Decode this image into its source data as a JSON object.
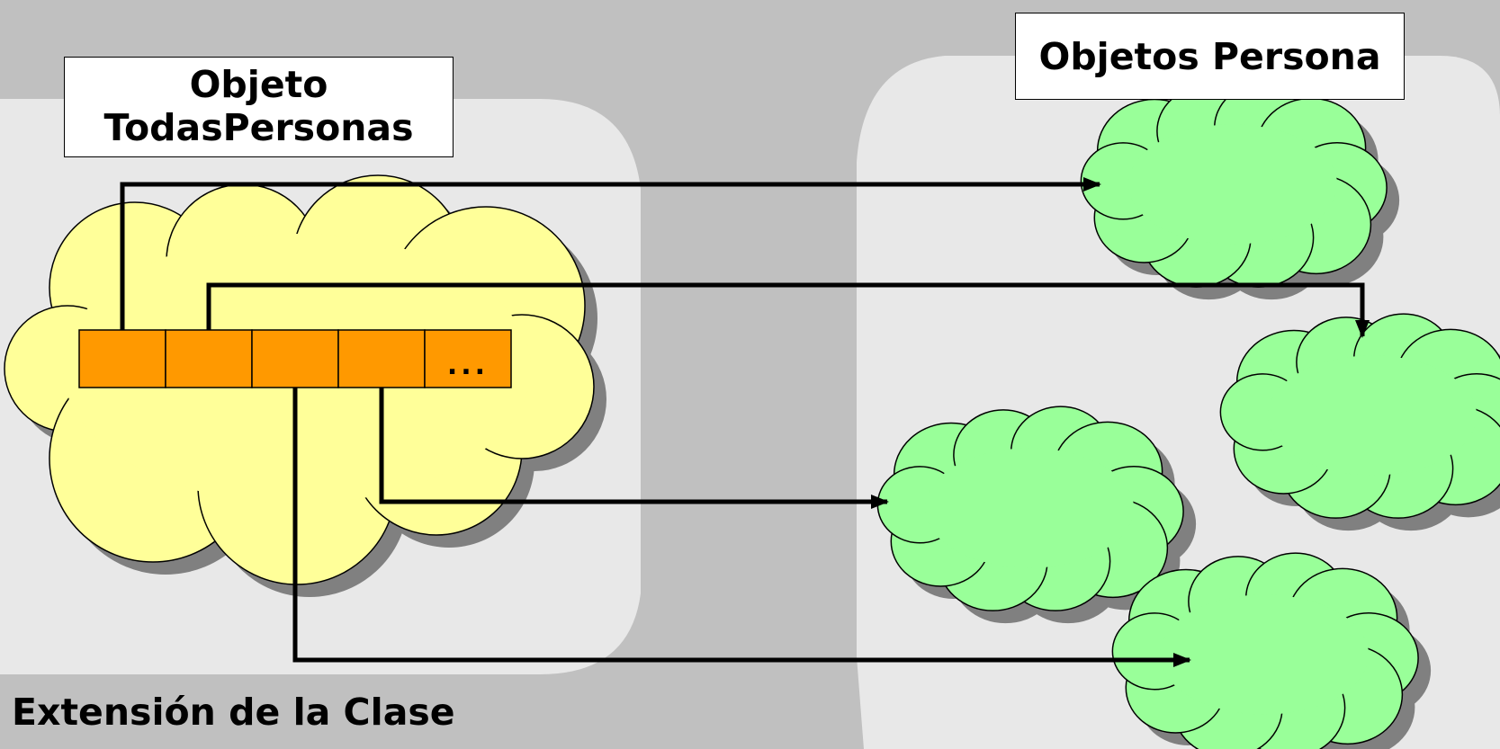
{
  "labels": {
    "todas_line1": "Objeto",
    "todas_line2": "TodasPersonas",
    "personas": "Objetos Persona",
    "extension": "Extensión de la Clase"
  },
  "array": {
    "cells": [
      "",
      "",
      "",
      "",
      "..."
    ]
  },
  "colors": {
    "background": "#c0c0c0",
    "panel": "#e8e8e8",
    "yellow_cloud": "#ffff99",
    "green_cloud": "#99ff99",
    "array_cell": "#ff9900",
    "shadow": "#808080"
  }
}
